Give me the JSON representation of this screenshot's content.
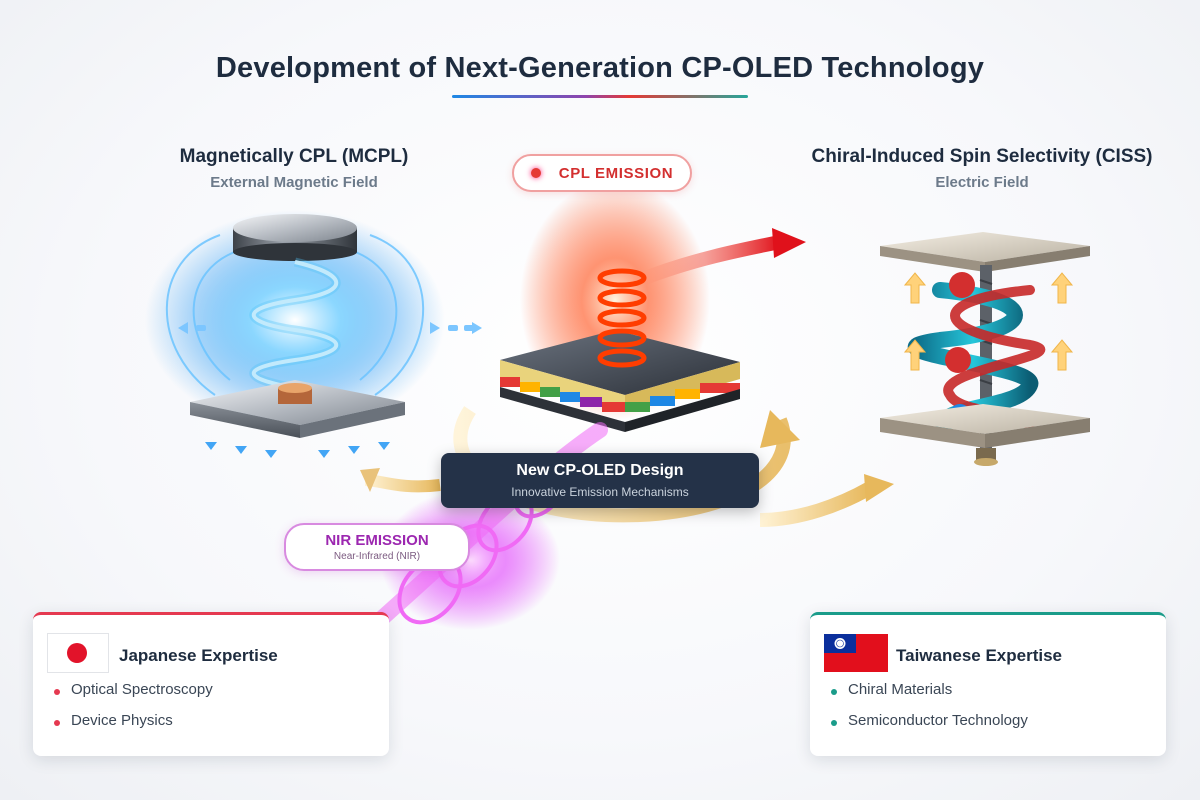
{
  "title": "Development of Next-Generation CP-OLED Technology",
  "left_panel": {
    "heading": "Magnetically CPL (MCPL)",
    "subheading": "External Magnetic Field"
  },
  "right_panel": {
    "heading": "Chiral-Induced Spin Selectivity (CISS)",
    "subheading": "Electric Field"
  },
  "cpl_badge": {
    "label": "CPL EMISSION",
    "color": "#e53935"
  },
  "nir_badge": {
    "label": "NIR EMISSION",
    "sublabel": "Near-Infrared (NIR)",
    "color": "#9c27b0"
  },
  "center_box": {
    "title": "New CP-OLED Design",
    "subtitle": "Innovative Emission Mechanisms"
  },
  "japan_card": {
    "heading": "Japanese Expertise",
    "flag_icon": "japan-flag-icon",
    "accent": "#e53950",
    "items": [
      "Optical Spectroscopy",
      "Device Physics"
    ]
  },
  "taiwan_card": {
    "heading": "Taiwanese Expertise",
    "flag_icon": "taiwan-flag-icon",
    "accent": "#1a9c8a",
    "items": [
      "Chiral Materials",
      "Semiconductor Technology"
    ]
  }
}
